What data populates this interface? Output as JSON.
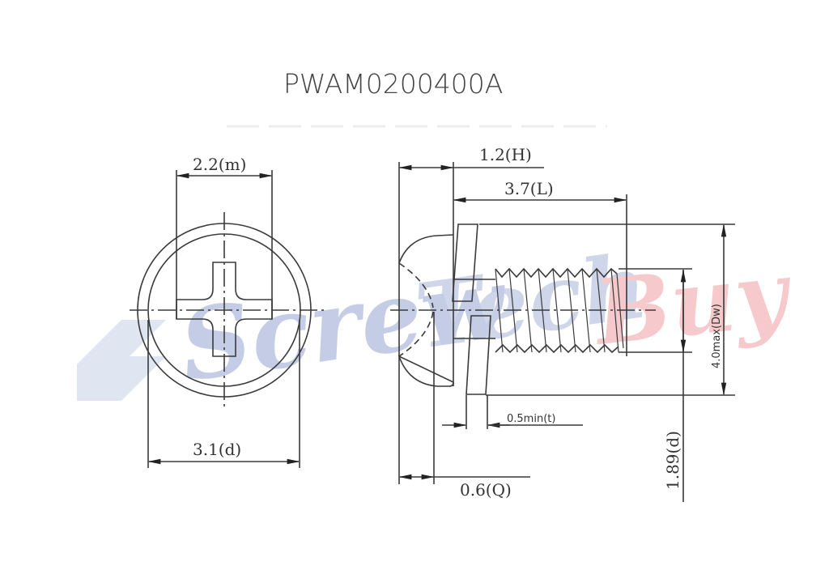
{
  "title": "PWAM0200400A",
  "watermark": {
    "part1": "Screw",
    "part2": "Tech",
    "part3": "Buy",
    "blue": "#c5cde6",
    "red": "#f6c9cc"
  },
  "top_view": {
    "dim_m": "2.2(m)",
    "dim_d": "3.1(d)"
  },
  "side_view": {
    "dim_H": "1.2(H)",
    "dim_L": "3.7(L)",
    "dim_Dw": "4.0max(Dw)",
    "dim_t": "0.5min(t)",
    "dim_Q": "0.6(Q)",
    "dim_d": "1.89(d)"
  },
  "colors": {
    "line": "#3a3a3a",
    "background": "#ffffff"
  }
}
